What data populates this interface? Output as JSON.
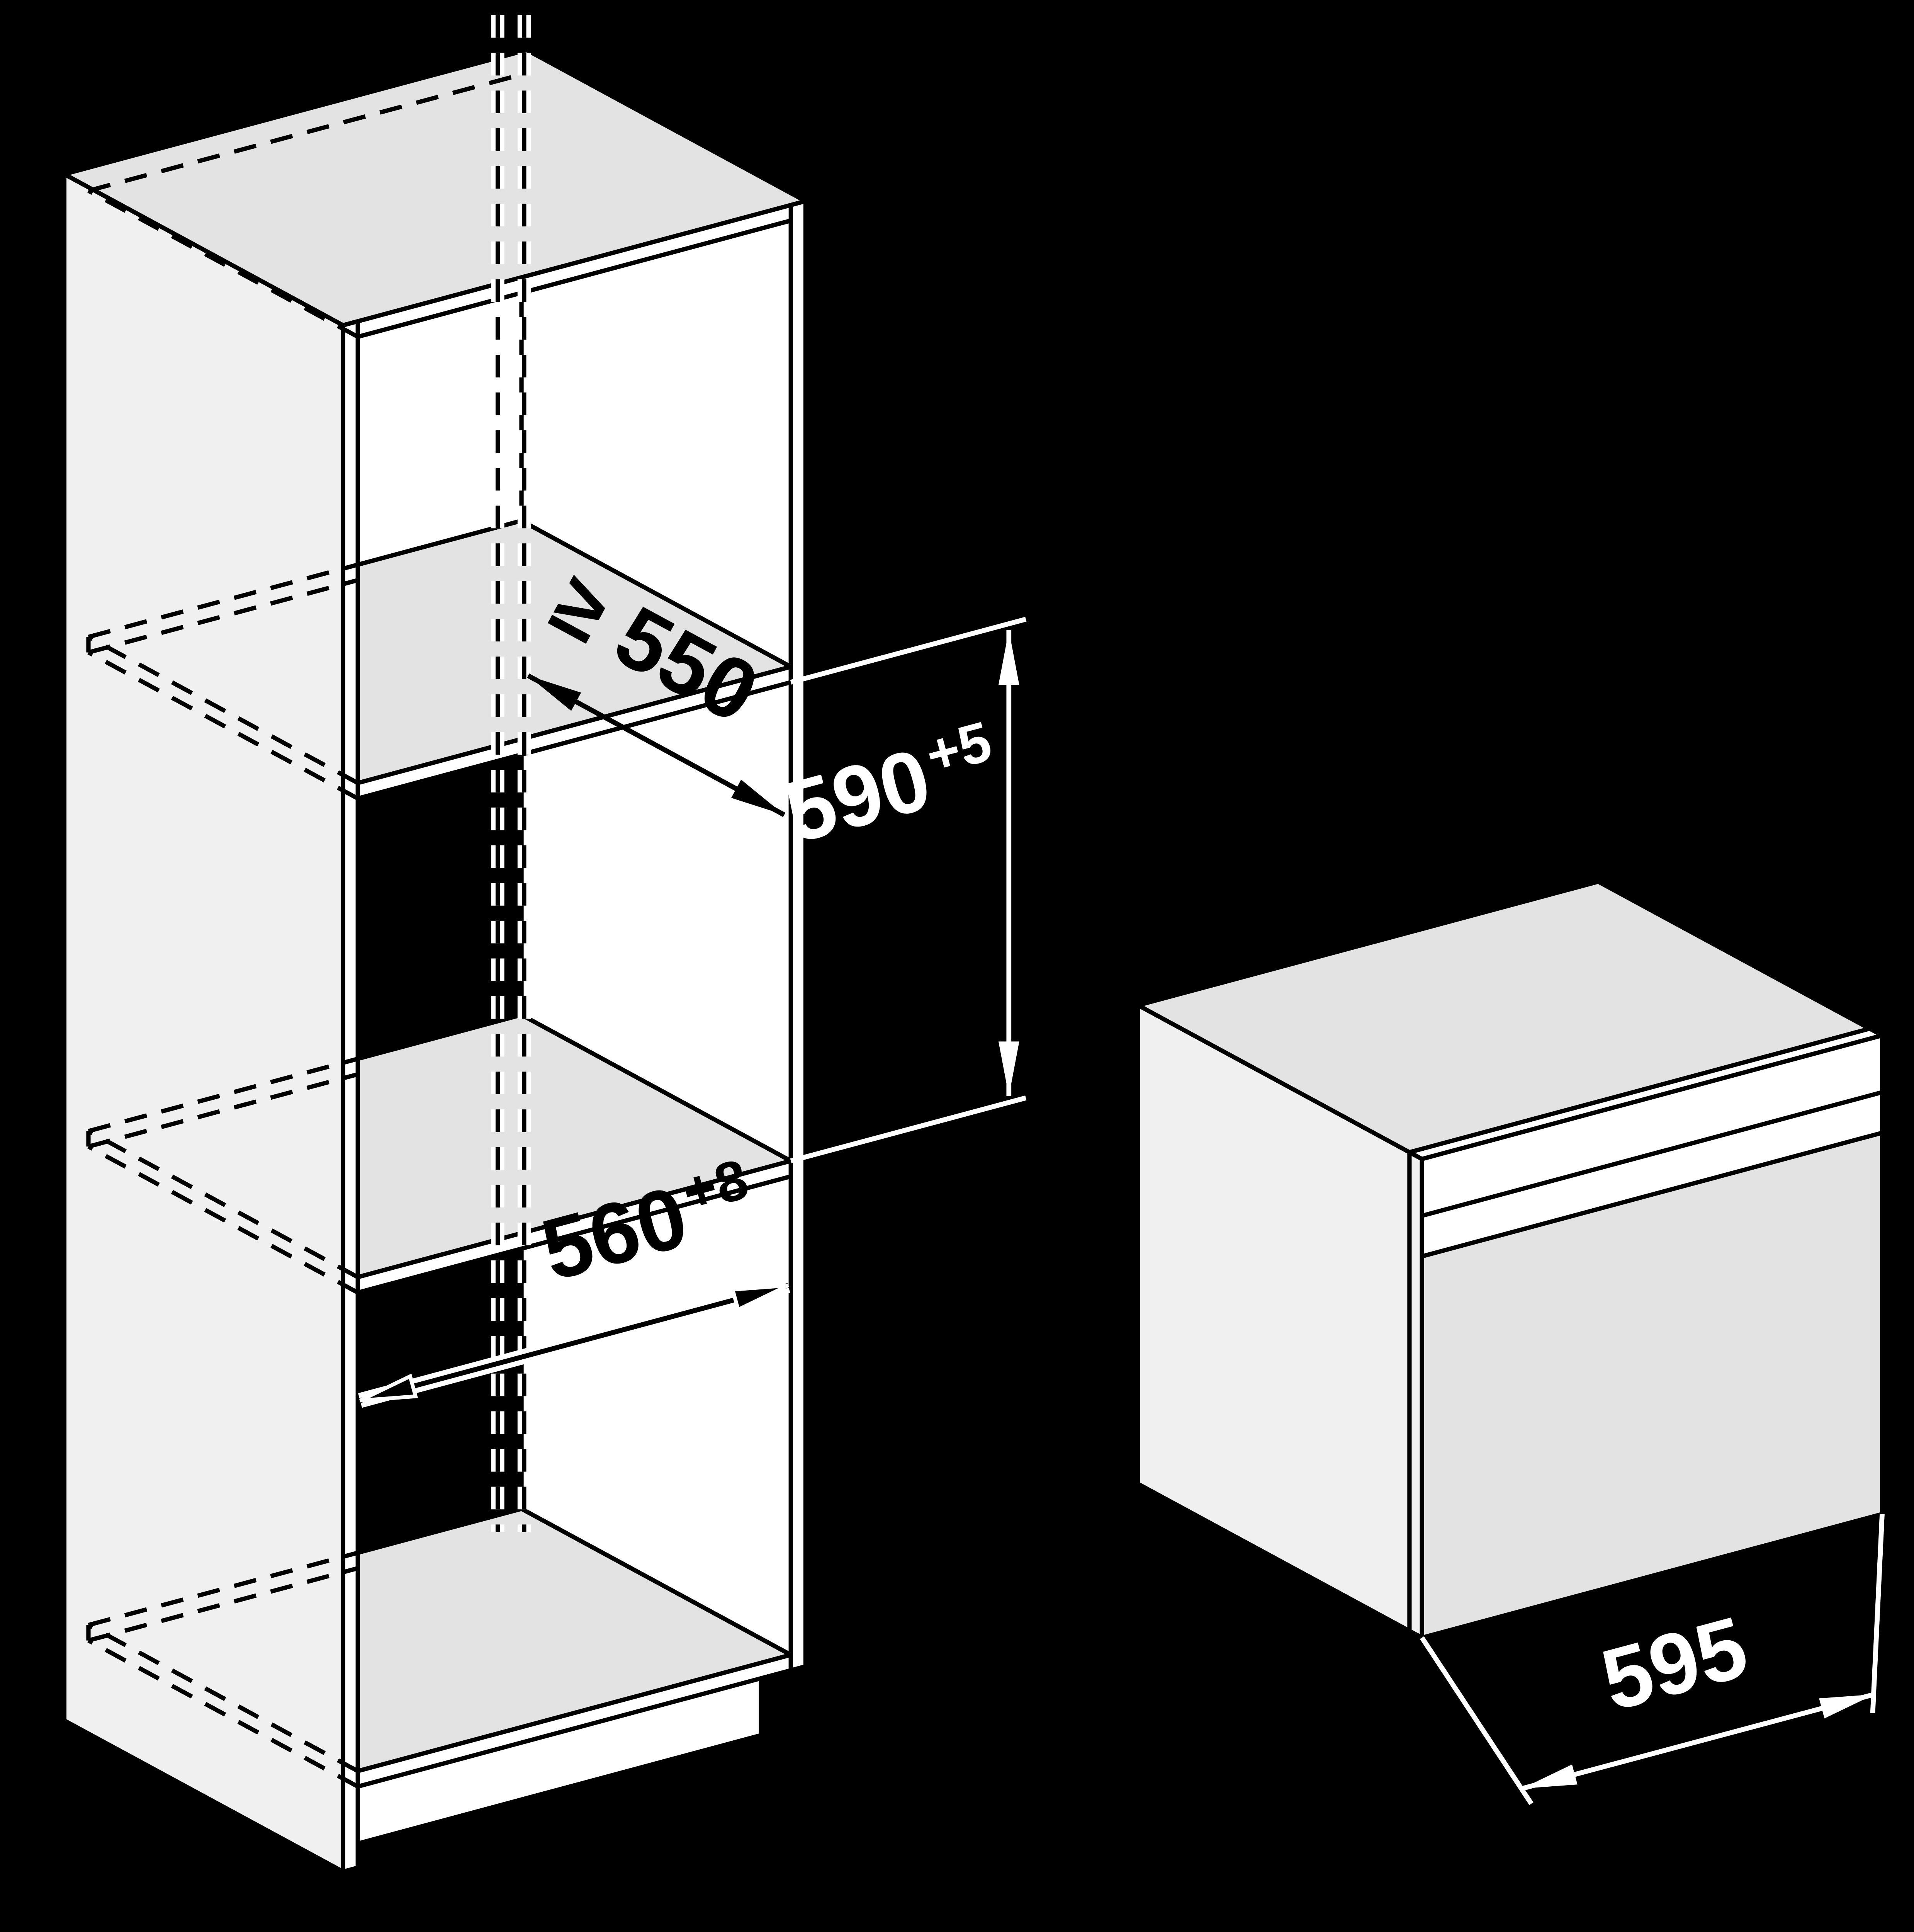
{
  "figure": {
    "kind": "built-in-oven-installation-diagram",
    "dimensions": {
      "niche_depth": "≥ 550",
      "niche_height": "590",
      "niche_height_tolerance": "+5",
      "niche_width": "560",
      "niche_width_tolerance": "+8",
      "appliance_width": "595"
    },
    "colors": {
      "background": "#000000",
      "outline": "#000000",
      "dimension_lines": "#ffffff",
      "face_front": "#ffffff",
      "face_shaded": "#e3e3e3",
      "niche_shadow": "#000000"
    }
  }
}
